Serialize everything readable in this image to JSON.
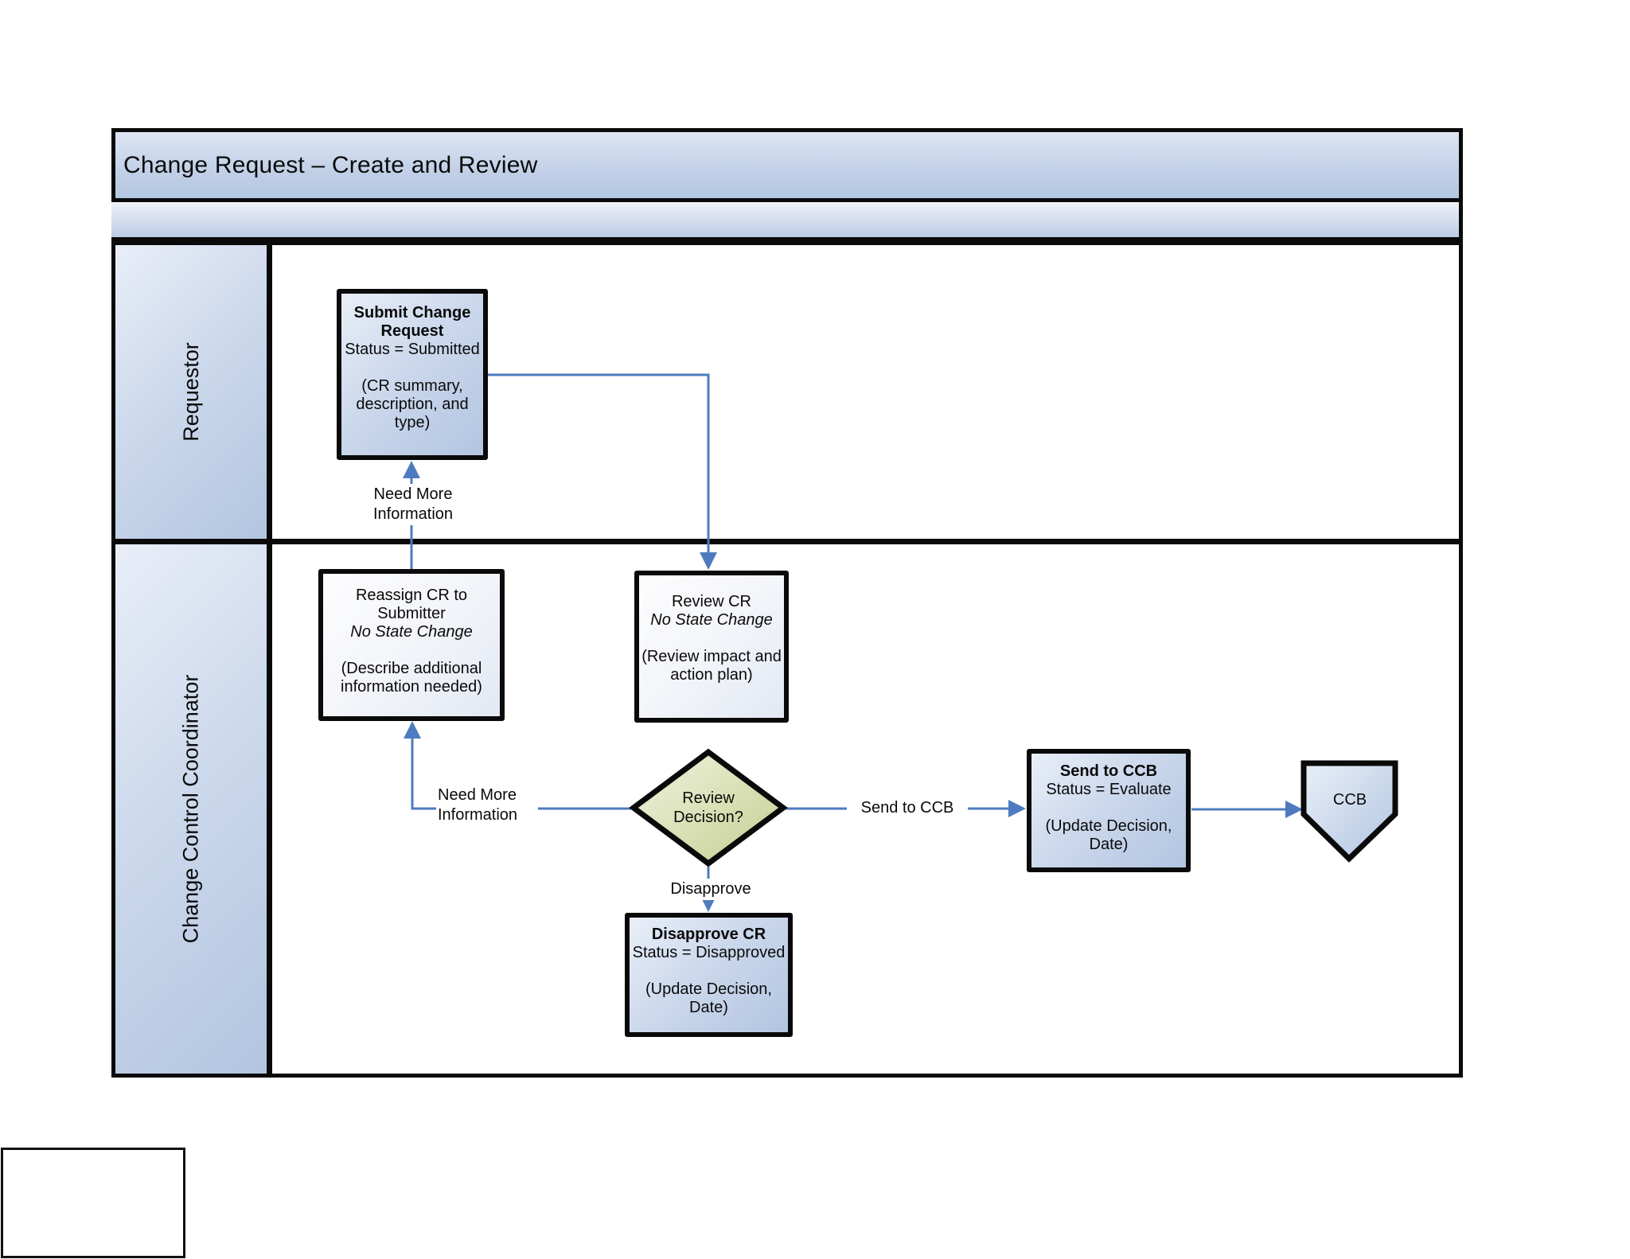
{
  "title": "Change Request – Create and Review",
  "lanes": [
    {
      "label": "Requestor"
    },
    {
      "label": "Change Control Coordinator"
    }
  ],
  "nodes": {
    "submit": {
      "title": "Submit Change Request",
      "status": "Status = Submitted",
      "note": "(CR summary, description, and type)"
    },
    "reassign": {
      "line1": "Reassign CR to Submitter",
      "line2": "No State Change",
      "note": "(Describe additional information needed)"
    },
    "review": {
      "line1": "Review CR",
      "line2": "No State Change",
      "note": "(Review impact and action plan)"
    },
    "decision": {
      "label": "Review Decision?"
    },
    "disapprove": {
      "title": "Disapprove CR",
      "status": "Status = Disapproved",
      "note": "(Update Decision, Date)"
    },
    "sendccb": {
      "title": "Send to CCB",
      "status": "Status = Evaluate",
      "note": "(Update Decision, Date)"
    },
    "ccb": {
      "label": "CCB"
    }
  },
  "edges": {
    "need_more_info_upper": "Need More Information",
    "need_more_info_lower": "Need More Information",
    "send_to_ccb": "Send to CCB",
    "disapprove": "Disapprove"
  },
  "colors": {
    "arrow": "#4e7bbf",
    "shape_border": "#0a0a0a",
    "blue_fill_light": "#e9eff8",
    "blue_fill_dark": "#b2c5e1",
    "green_fill_light": "#f0f2de",
    "green_fill_dark": "#c3cf90"
  }
}
